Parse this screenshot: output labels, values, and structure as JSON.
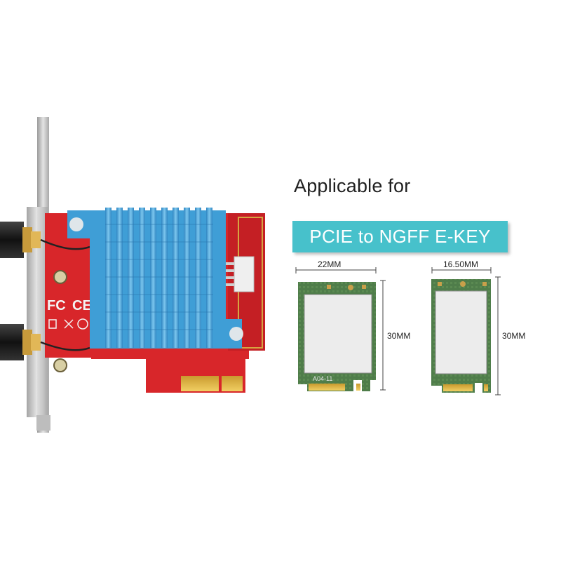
{
  "headline": "Applicable for",
  "banner": {
    "text": "PCIE to NGFF E-KEY",
    "color": "#47c1cb"
  },
  "card_a": {
    "width_label": "22MM",
    "height_label": "30MM",
    "pcb_marking": "A04-11"
  },
  "card_b": {
    "width_label": "16.50MM",
    "height_label": "30MM"
  },
  "adapter": {
    "pcb_color": "#d8262a",
    "heatsink_color": "#3f9ed6",
    "marks": [
      "FC",
      "CE"
    ]
  }
}
